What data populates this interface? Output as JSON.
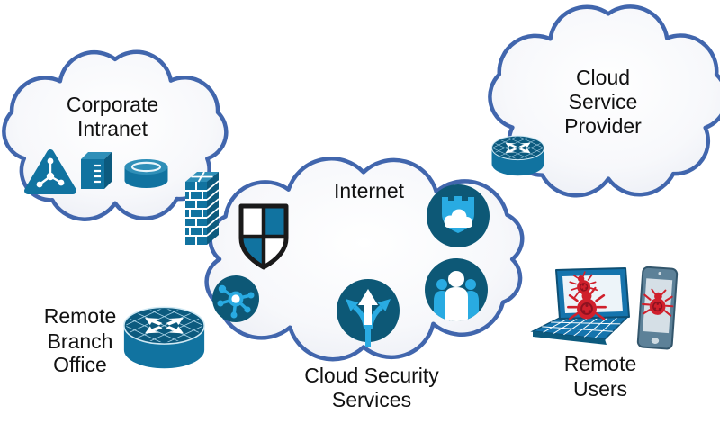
{
  "nodes": {
    "corporate_intranet": {
      "lines": [
        "Corporate",
        "Intranet"
      ]
    },
    "cloud_service_provider": {
      "lines": [
        "Cloud",
        "Service",
        "Provider"
      ]
    },
    "internet": {
      "label": "Internet"
    },
    "cloud_security_services": {
      "lines": [
        "Cloud Security",
        "Services"
      ]
    },
    "remote_branch_office": {
      "lines": [
        "Remote",
        "Branch",
        "Office"
      ]
    },
    "remote_users": {
      "lines": [
        "Remote",
        "Users"
      ]
    }
  },
  "icons": {
    "corporate_intranet": [
      "network-triangle-icon",
      "server-icon",
      "database-icon"
    ],
    "edge": [
      "firewall-icon",
      "security-shield-icon"
    ],
    "internet_cloud": [
      "network-hub-icon",
      "branching-arrows-icon",
      "cloud-protection-shield-icon",
      "users-icon"
    ],
    "cloud_service_provider": [
      "router-icon"
    ],
    "remote_branch_office": [
      "router-icon"
    ],
    "remote_users": [
      "laptop-malware-icon",
      "smartphone-malware-icon"
    ]
  },
  "colors": {
    "cloud_outline": "#4166ad",
    "teal": "#1173a0",
    "teal_dark": "#0c5a7e",
    "teal_light": "#2f8fb8",
    "icon_circle": "#0d5876",
    "light_blue": "#29abe2",
    "malware_red": "#d0202c",
    "laptop_blue": "#1574ad",
    "phone_steel": "#5d8198",
    "text": "#111111"
  }
}
